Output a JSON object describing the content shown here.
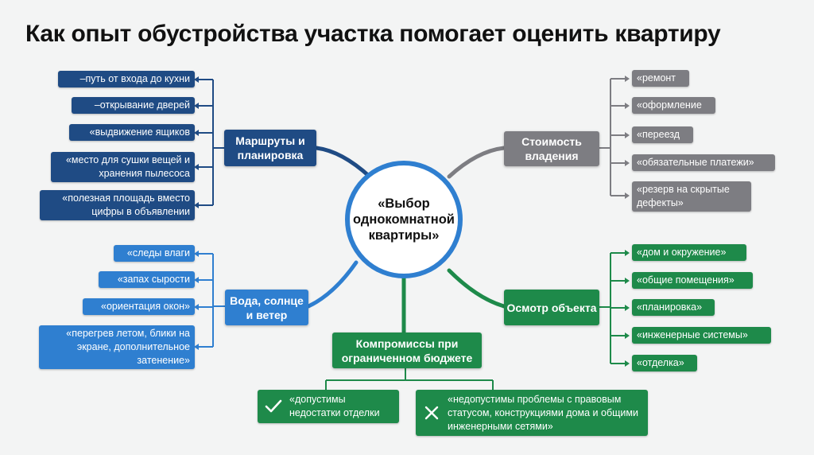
{
  "title": "Как опыт обустройства участка помогает оценить квартиру",
  "center": "«Выбор однокомнатной квартиры»",
  "colors": {
    "navy": "#1f4b84",
    "blue": "#2f7fd0",
    "gray": "#7d7d82",
    "green": "#1e8a4a"
  },
  "branches": {
    "routes": {
      "label": "Маршруты и планировка",
      "items": [
        "–путь от входа до кухни",
        "–открывание дверей",
        "«выдвижение ящиков",
        "«место для сушки вещей и хранения пылесоса",
        "«полезная площадь вместо цифры в объявлении"
      ]
    },
    "water": {
      "label": "Вода, солнце и ветер",
      "items": [
        "«следы влаги",
        "«запах сырости",
        "«ориентация окон»",
        "«перегрев летом, блики на экране, дополнительное затенение»"
      ]
    },
    "cost": {
      "label": "Стоимость владения",
      "items": [
        "«ремонт",
        "«оформление",
        "«переезд",
        "«обязательные платежи»",
        "«резерв на скрытые дефекты»"
      ]
    },
    "inspection": {
      "label": "Осмотр объекта",
      "items": [
        "«дом и окружение»",
        "«общие помещения»",
        "«планировка»",
        "«инженерные системы»",
        "«отделка»"
      ]
    },
    "compromise": {
      "label": "Компромиссы при ограниченном бюджете",
      "ok": {
        "icon": "check-icon",
        "text": "«допустимы недостатки отделки"
      },
      "bad": {
        "icon": "cross-icon",
        "text": "«недопустимы проблемы с правовым статусом, конструкциями дома и общими инженерными сетями»"
      }
    }
  }
}
